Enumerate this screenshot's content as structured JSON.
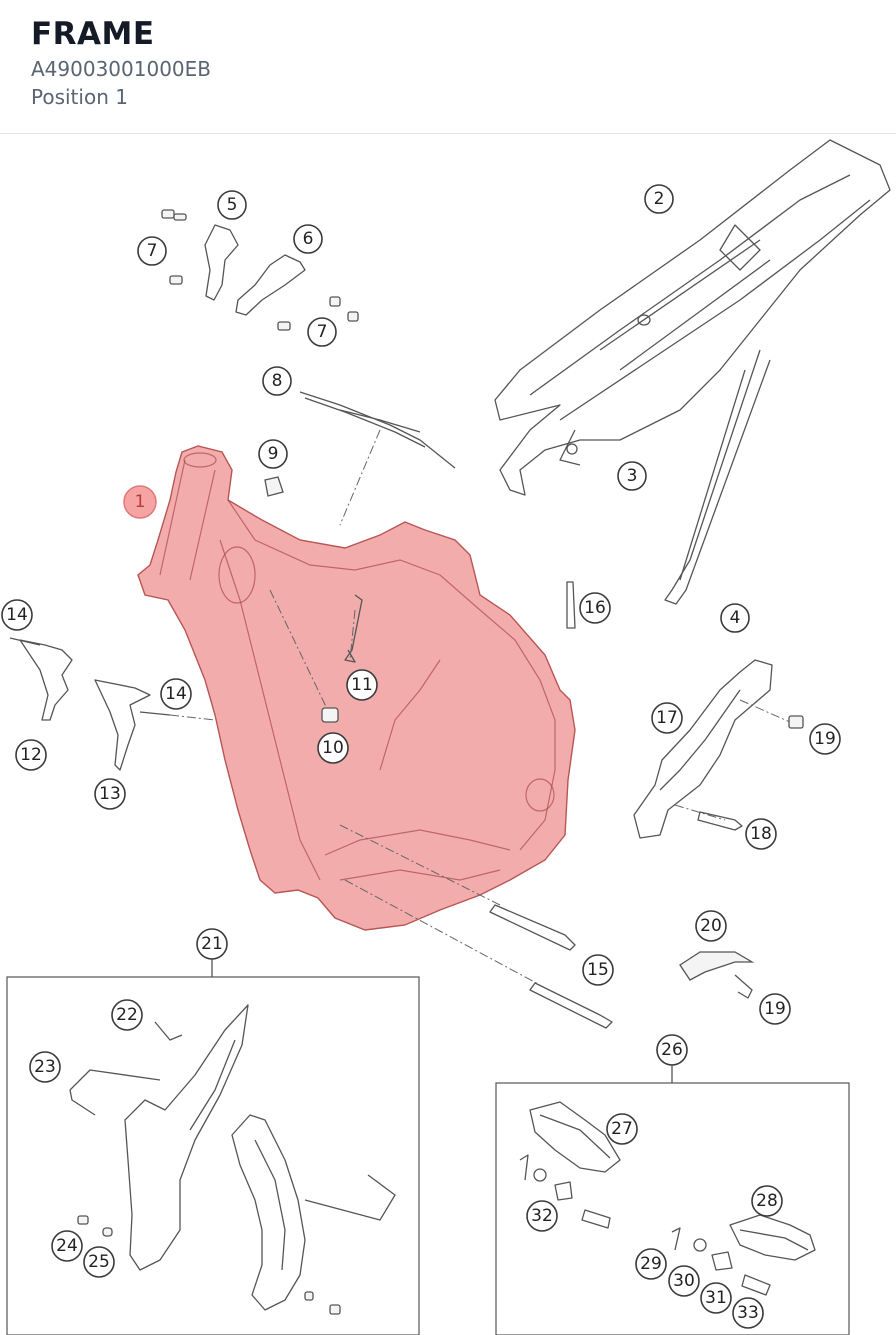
{
  "header": {
    "title": "FRAME",
    "part_number": "A49003001000EB",
    "position": "Position 1"
  },
  "colors": {
    "highlight": "#ef8c8c",
    "title": "#141a26",
    "subtitle": "#5a6472"
  },
  "callouts": [
    {
      "id": "c1",
      "label": "1",
      "highlight": true
    },
    {
      "id": "c2",
      "label": "2"
    },
    {
      "id": "c3",
      "label": "3"
    },
    {
      "id": "c4",
      "label": "4"
    },
    {
      "id": "c5",
      "label": "5"
    },
    {
      "id": "c6",
      "label": "6"
    },
    {
      "id": "c7a",
      "label": "7"
    },
    {
      "id": "c7b",
      "label": "7"
    },
    {
      "id": "c8",
      "label": "8"
    },
    {
      "id": "c9",
      "label": "9"
    },
    {
      "id": "c10",
      "label": "10"
    },
    {
      "id": "c11",
      "label": "11"
    },
    {
      "id": "c12",
      "label": "12"
    },
    {
      "id": "c13",
      "label": "13"
    },
    {
      "id": "c14a",
      "label": "14"
    },
    {
      "id": "c14b",
      "label": "14"
    },
    {
      "id": "c15",
      "label": "15"
    },
    {
      "id": "c16",
      "label": "16"
    },
    {
      "id": "c17",
      "label": "17"
    },
    {
      "id": "c18",
      "label": "18"
    },
    {
      "id": "c19a",
      "label": "19"
    },
    {
      "id": "c19b",
      "label": "19"
    },
    {
      "id": "c20",
      "label": "20"
    },
    {
      "id": "c21",
      "label": "21"
    },
    {
      "id": "c22",
      "label": "22"
    },
    {
      "id": "c23",
      "label": "23"
    },
    {
      "id": "c24",
      "label": "24"
    },
    {
      "id": "c25",
      "label": "25"
    },
    {
      "id": "c26",
      "label": "26"
    },
    {
      "id": "c27",
      "label": "27"
    },
    {
      "id": "c28",
      "label": "28"
    },
    {
      "id": "c29",
      "label": "29"
    },
    {
      "id": "c30",
      "label": "30"
    },
    {
      "id": "c31",
      "label": "31"
    },
    {
      "id": "c32",
      "label": "32"
    },
    {
      "id": "c33",
      "label": "33"
    }
  ]
}
